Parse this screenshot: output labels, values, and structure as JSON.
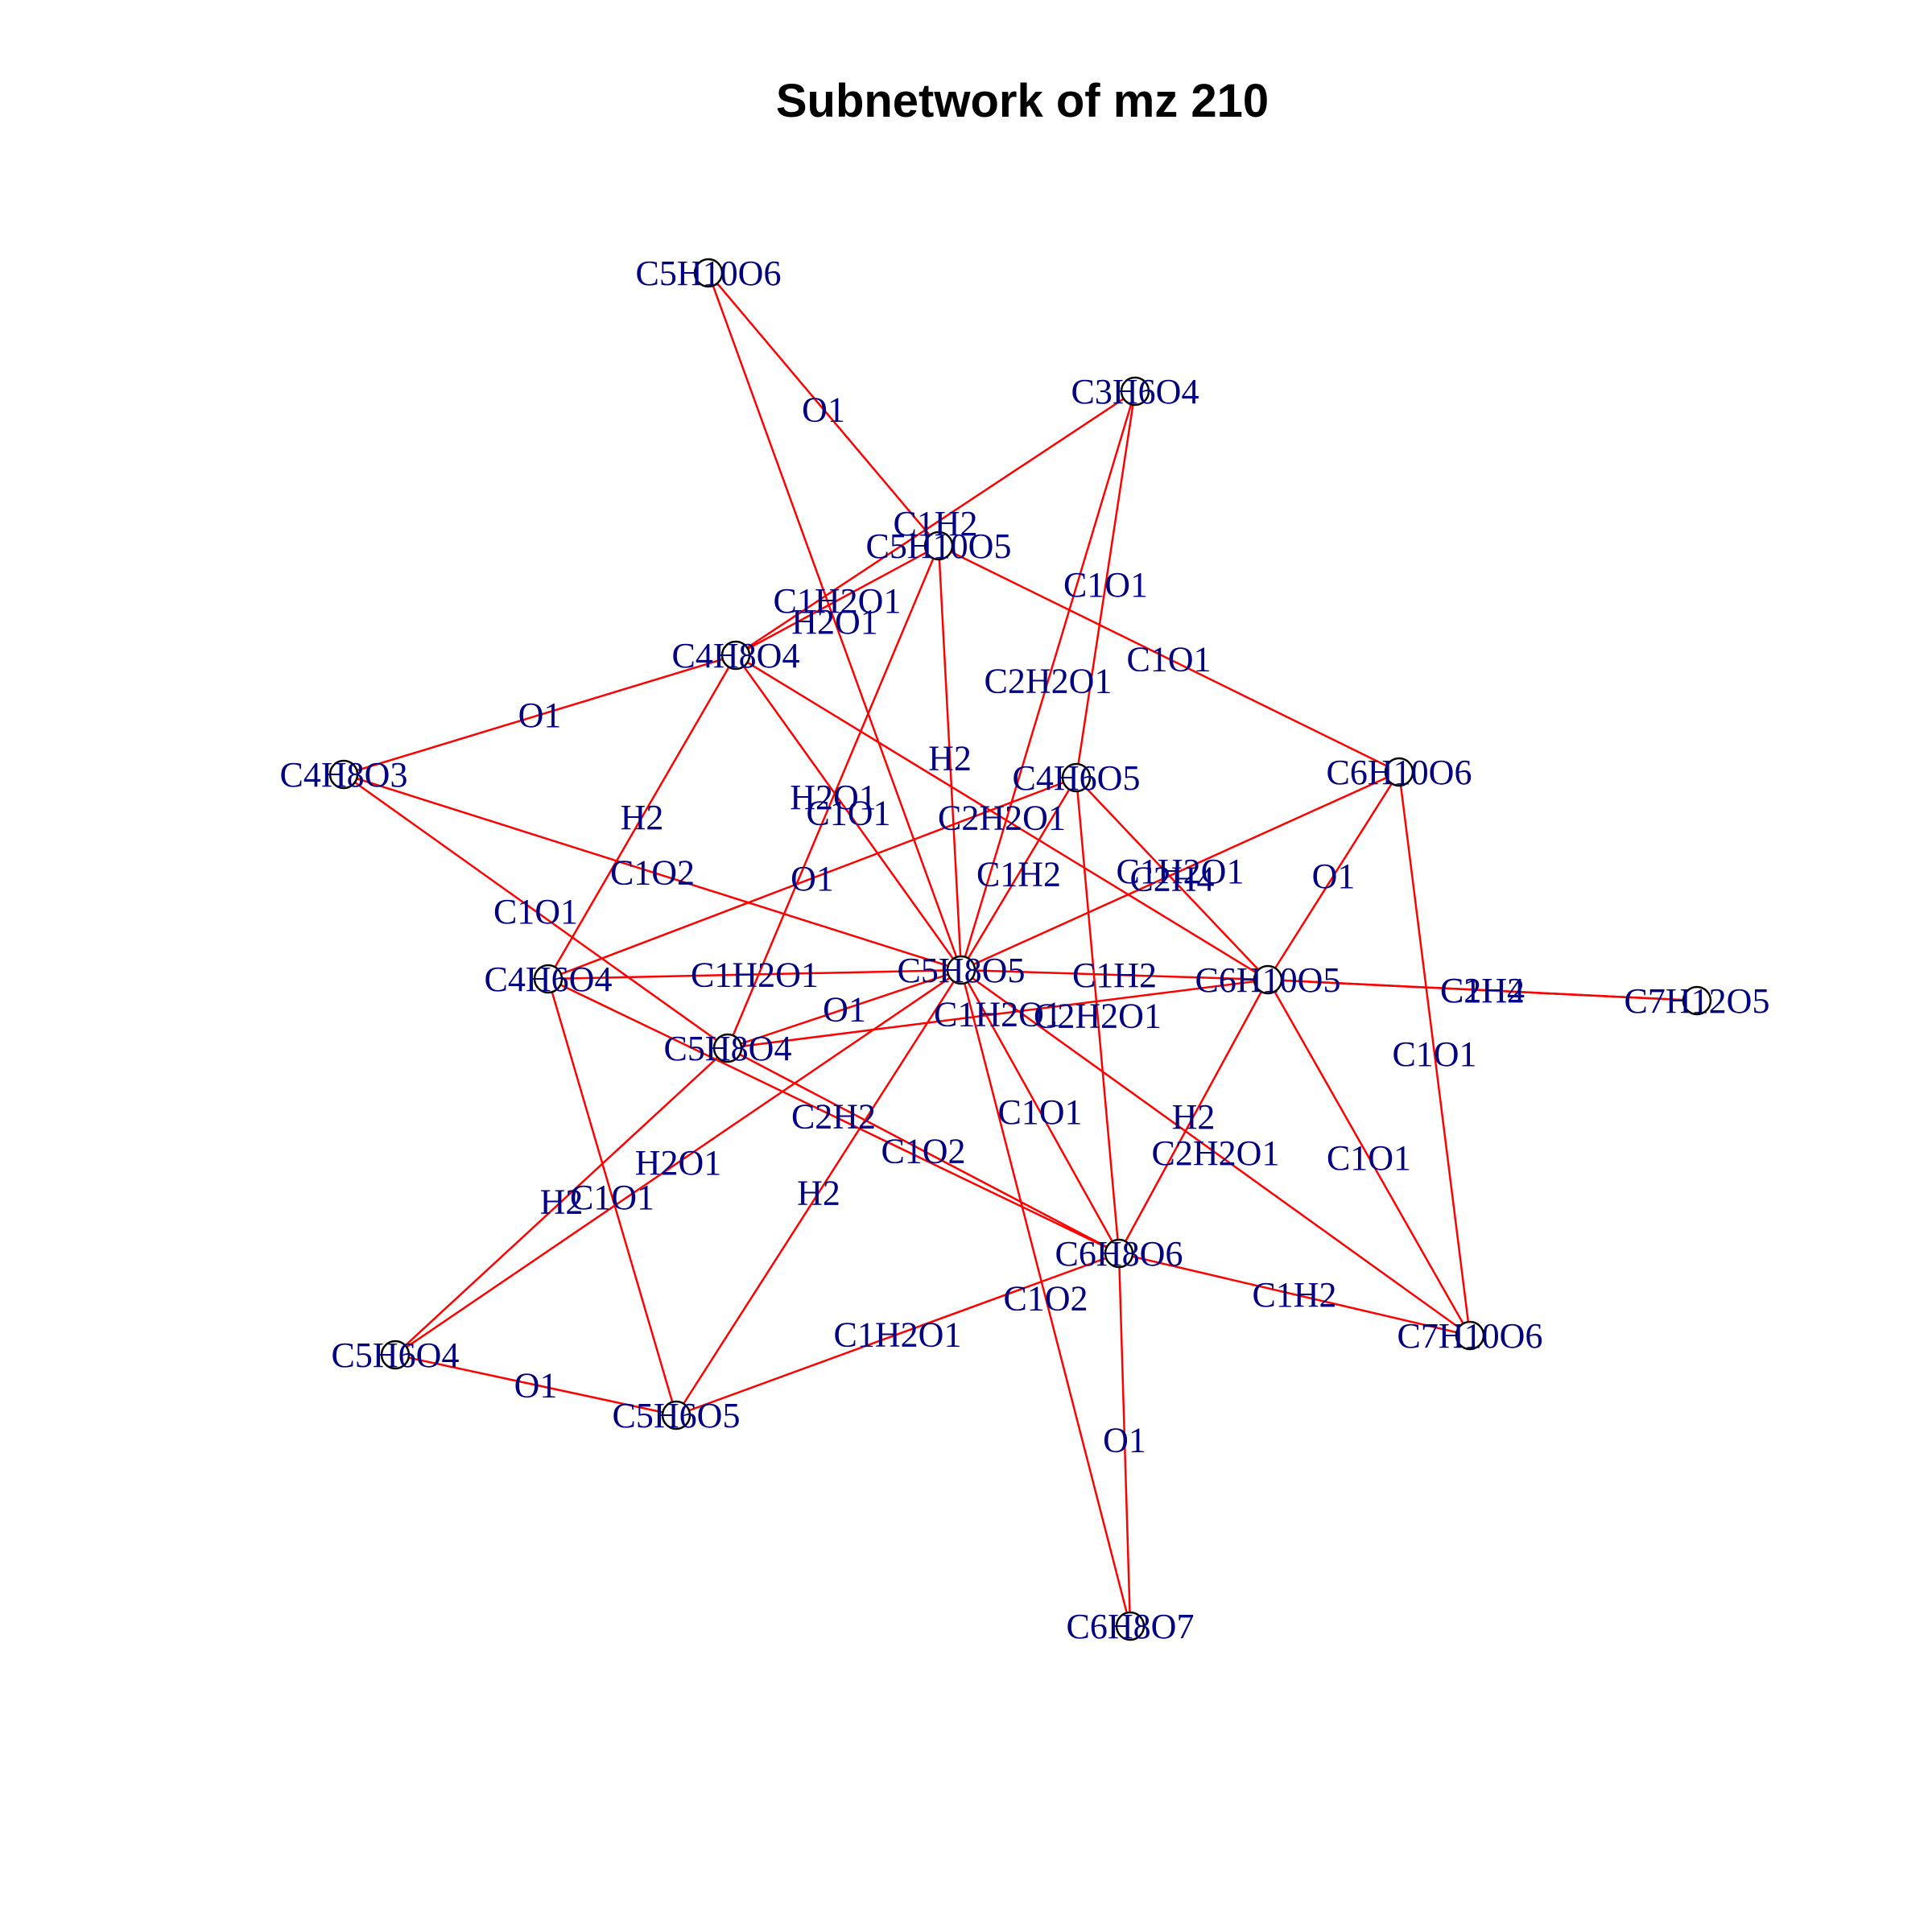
{
  "title": "Subnetwork of mz 210",
  "colors": {
    "edge": "#ff0000",
    "label": "#000080",
    "node_border": "#000000",
    "node_fill": "#ffffff"
  },
  "nodes": [
    {
      "id": "C5H10O6",
      "label": "C5H10O6"
    },
    {
      "id": "C3H6O4",
      "label": "C3H6O4"
    },
    {
      "id": "C5H10O5",
      "label": "C5H10O5"
    },
    {
      "id": "C4H8O4",
      "label": "C4H8O4"
    },
    {
      "id": "C4H8O3",
      "label": "C4H8O3"
    },
    {
      "id": "C6H10O6",
      "label": "C6H10O6"
    },
    {
      "id": "C4H6O5",
      "label": "C4H6O5"
    },
    {
      "id": "C5H8O5",
      "label": "C5H8O5"
    },
    {
      "id": "C4H6O4",
      "label": "C4H6O4"
    },
    {
      "id": "C6H10O5",
      "label": "C6H10O5"
    },
    {
      "id": "C7H12O5",
      "label": "C7H12O5"
    },
    {
      "id": "C5H8O4",
      "label": "C5H8O4"
    },
    {
      "id": "C6H8O6",
      "label": "C6H8O6"
    },
    {
      "id": "C7H10O6",
      "label": "C7H10O6"
    },
    {
      "id": "C5H6O4",
      "label": "C5H6O4"
    },
    {
      "id": "C5H6O5",
      "label": "C5H6O5"
    },
    {
      "id": "C6H8O7",
      "label": "C6H8O7"
    }
  ],
  "edges": [
    {
      "source": "C5H10O6",
      "target": "C5H10O5",
      "label": "O1"
    },
    {
      "source": "C5H10O6",
      "target": "C5H8O5",
      "label": "H2O1"
    },
    {
      "source": "C3H6O4",
      "target": "C4H8O4",
      "label": "C1H2"
    },
    {
      "source": "C3H6O4",
      "target": "C4H6O5",
      "label": "C1O1"
    },
    {
      "source": "C3H6O4",
      "target": "C5H8O5",
      "label": "C2H2O1"
    },
    {
      "source": "C5H10O5",
      "target": "C4H8O4",
      "label": "C1H2O1"
    },
    {
      "source": "C5H10O5",
      "target": "C6H10O6",
      "label": "C1O1"
    },
    {
      "source": "C5H10O5",
      "target": "C5H8O5",
      "label": "H2"
    },
    {
      "source": "C5H10O5",
      "target": "C5H8O4",
      "label": "H2O1"
    },
    {
      "source": "C4H8O4",
      "target": "C4H8O3",
      "label": "O1"
    },
    {
      "source": "C4H8O4",
      "target": "C4H6O4",
      "label": "H2"
    },
    {
      "source": "C4H8O4",
      "target": "C5H8O5",
      "label": "C1O1"
    },
    {
      "source": "C4H8O4",
      "target": "C6H10O5",
      "label": "C2H2O1"
    },
    {
      "source": "C4H8O3",
      "target": "C5H8O5",
      "label": "C1O2"
    },
    {
      "source": "C4H8O3",
      "target": "C5H8O4",
      "label": "C1O1"
    },
    {
      "source": "C4H6O5",
      "target": "C4H6O4",
      "label": "O1"
    },
    {
      "source": "C4H6O5",
      "target": "C5H8O5",
      "label": "C1H2"
    },
    {
      "source": "C4H6O5",
      "target": "C6H10O5",
      "label": "C2H4"
    },
    {
      "source": "C4H6O5",
      "target": "C6H8O6",
      "label": "C2H2O1"
    },
    {
      "source": "C6H10O6",
      "target": "C5H8O5",
      "label": "C1H2O1"
    },
    {
      "source": "C6H10O6",
      "target": "C6H10O5",
      "label": "O1"
    },
    {
      "source": "C6H10O6",
      "target": "C7H10O6",
      "label": "C1O1"
    },
    {
      "source": "C5H8O5",
      "target": "C4H6O4",
      "label": "C1H2O1"
    },
    {
      "source": "C5H8O5",
      "target": "C6H10O5",
      "label": "C1H2"
    },
    {
      "source": "C5H8O5",
      "target": "C5H8O4",
      "label": "O1"
    },
    {
      "source": "C5H8O5",
      "target": "C6H8O6",
      "label": "C1O1"
    },
    {
      "source": "C5H8O5",
      "target": "C7H10O6",
      "label": "C2H2O1"
    },
    {
      "source": "C5H8O5",
      "target": "C5H6O4",
      "label": "H2O1"
    },
    {
      "source": "C5H8O5",
      "target": "C5H6O5",
      "label": "H2"
    },
    {
      "source": "C5H8O5",
      "target": "C6H8O7",
      "label": "C1O2"
    },
    {
      "source": "C4H6O4",
      "target": "C5H6O5",
      "label": "C1O1"
    },
    {
      "source": "C4H6O4",
      "target": "C6H8O6",
      "label": "C2H2"
    },
    {
      "source": "C6H10O5",
      "target": "C7H12O5",
      "label": "C1H2"
    },
    {
      "source": "C6H10O5",
      "target": "C5H8O4",
      "label": "C1H2O1"
    },
    {
      "source": "C6H10O5",
      "target": "C6H8O6",
      "label": "H2"
    },
    {
      "source": "C6H10O5",
      "target": "C7H10O6",
      "label": "C1O1"
    },
    {
      "source": "C5H8O4",
      "target": "C5H6O4",
      "label": "H2"
    },
    {
      "source": "C5H8O4",
      "target": "C6H8O6",
      "label": "C1O2"
    },
    {
      "source": "C6H8O6",
      "target": "C7H10O6",
      "label": "C1H2"
    },
    {
      "source": "C6H8O6",
      "target": "C5H6O5",
      "label": "C1H2O1"
    },
    {
      "source": "C6H8O6",
      "target": "C6H8O7",
      "label": "O1"
    },
    {
      "source": "C5H6O4",
      "target": "C5H6O5",
      "label": "O1"
    },
    {
      "source": "C6H10O5",
      "target": "C7H12O5",
      "label": "C2H4"
    }
  ]
}
